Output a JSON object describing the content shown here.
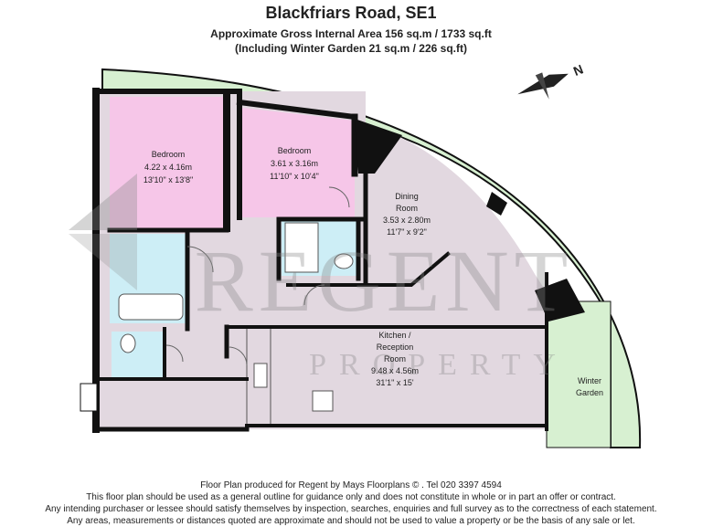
{
  "header": {
    "title": "Blackfriars Road, SE1",
    "area_line": "Approximate Gross Internal Area 156 sq.m  /  1733 sq.ft",
    "winter_line": "(Including Winter Garden  21 sq.m  /  226 sq.ft)"
  },
  "rooms": {
    "bedroom1": {
      "name": "Bedroom",
      "metric": "4.22 x 4.16m",
      "imperial": "13'10\" x 13'8\""
    },
    "bedroom2": {
      "name": "Bedroom",
      "metric": "3.61 x 3.16m",
      "imperial": "11'10\" x 10'4\""
    },
    "dining": {
      "name_line1": "Dining",
      "name_line2": "Room",
      "metric": "3.53 x 2.80m",
      "imperial": "11'7\" x 9'2\""
    },
    "kitchen": {
      "name_line1": "Kitchen /",
      "name_line2": "Reception",
      "name_line3": "Room",
      "metric": "9.48 x 4.56m",
      "imperial": "31'1\" x 15'"
    },
    "winter": {
      "name_line1": "Winter",
      "name_line2": "Garden"
    }
  },
  "compass": {
    "letter": "N"
  },
  "watermark": {
    "line1": "REGENT",
    "line2": "PROPERTY"
  },
  "footer": {
    "line1": "Floor Plan produced for Regent by Mays Floorplans © .  Tel 020 3397 4594",
    "line2": "This floor plan should be used as a general outline for guidance only and does not constitute in whole or in part an offer or contract.",
    "line3": "Any intending purchaser or lessee should satisfy themselves by inspection, searches, enquiries and full survey as to the correctness of each statement.",
    "line4": "Any areas, measurements or distances quoted are approximate and should not be used to value a property or be the basis of any sale or let."
  },
  "colors": {
    "wall": "#111111",
    "bedroom": "#f6c6e8",
    "living": "#e2d8e0",
    "bath": "#cdeef6",
    "winter_garden": "#d7f0d1"
  }
}
